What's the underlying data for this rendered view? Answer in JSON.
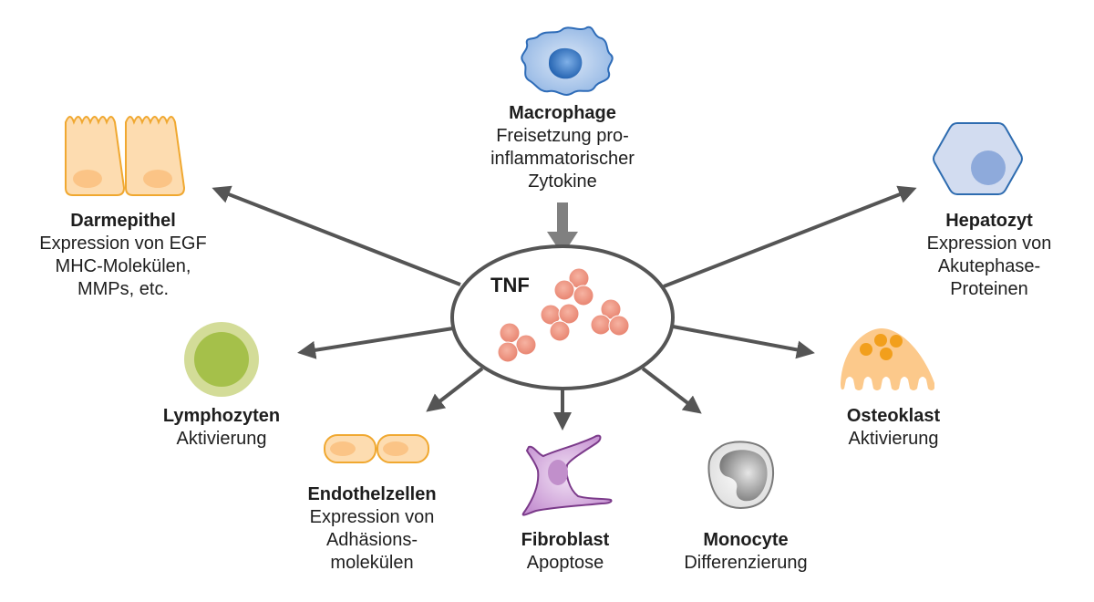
{
  "diagram": {
    "center": {
      "label": "TNF"
    },
    "source": {
      "id": "macrophage",
      "title": "Macrophage",
      "desc": [
        "Freisetzung pro-",
        "inflammatorischer",
        "Zytokine"
      ]
    },
    "targets": [
      {
        "id": "darmepithel",
        "title": "Darmepithel",
        "desc": [
          "Expression von EGF",
          "MHC-Molekülen,",
          "MMPs, etc."
        ]
      },
      {
        "id": "hepatozyt",
        "title": "Hepatozyt",
        "desc": [
          "Expression von",
          "Akutephase-",
          "Proteinen"
        ]
      },
      {
        "id": "lymphozyten",
        "title": "Lymphozyten",
        "desc": [
          "Aktivierung"
        ]
      },
      {
        "id": "osteoklast",
        "title": "Osteoklast",
        "desc": [
          "Aktivierung"
        ]
      },
      {
        "id": "endothelzellen",
        "title": "Endothelzellen",
        "desc": [
          "Expression von",
          "Adhäsions-",
          "molekülen"
        ]
      },
      {
        "id": "fibroblast",
        "title": "Fibroblast",
        "desc": [
          "Apoptose"
        ]
      },
      {
        "id": "monocyte",
        "title": "Monocyte",
        "desc": [
          "Differenzierung"
        ]
      }
    ],
    "colors": {
      "arrow": "#555555",
      "input_arrow": "#808080",
      "ellipse_stroke": "#555555",
      "tnf_particle": "#ec8f7a",
      "macrophage": "#8fb4e3",
      "macrophage_nucleus": "#2e6fbf",
      "epithel": "#fddcb0",
      "epithel_stroke": "#f0a830",
      "epithel_nucleus": "#fbc486",
      "hepatozyt": "#d2dcf0",
      "hepatozyt_stroke": "#2e6cb0",
      "hepatozyt_nucleus": "#8eaadb",
      "lymph_outer": "#d3dc98",
      "lymph_inner": "#a5c04a",
      "osteoklast": "#fcc98b",
      "osteoklast_nuclei": "#f29f1c",
      "fibroblast": "#cfa3d8",
      "fibroblast_stroke": "#7b3a8a",
      "monocyte": "#e6e6e6",
      "monocyte_nucleus": "#9a9a9a"
    }
  }
}
